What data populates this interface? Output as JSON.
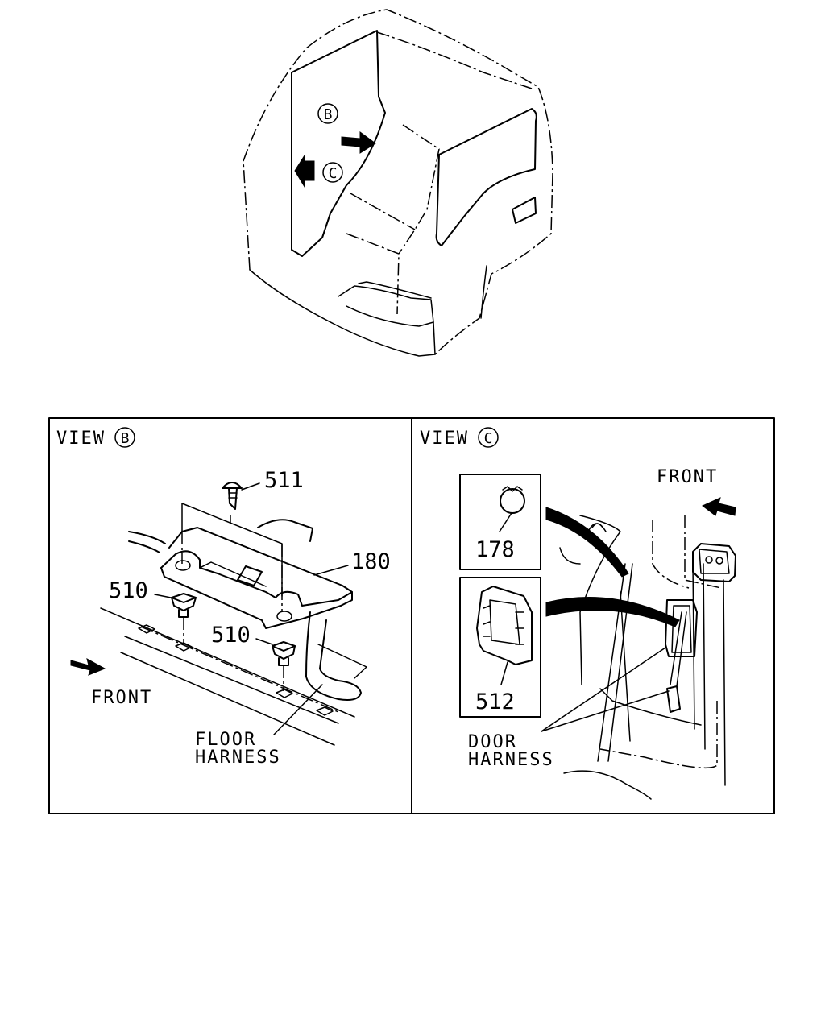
{
  "top_view": {
    "marker_b": "B",
    "marker_c": "C"
  },
  "view_b": {
    "title_prefix": "VIEW",
    "title_letter": "B",
    "part_511": "511",
    "part_180": "180",
    "part_510_left": "510",
    "part_510_right": "510",
    "front_label": "FRONT",
    "harness_line1": "FLOOR",
    "harness_line2": "HARNESS"
  },
  "view_c": {
    "title_prefix": "VIEW",
    "title_letter": "C",
    "front_label": "FRONT",
    "part_178": "178",
    "part_512": "512",
    "harness_line1": "DOOR",
    "harness_line2": "HARNESS"
  }
}
